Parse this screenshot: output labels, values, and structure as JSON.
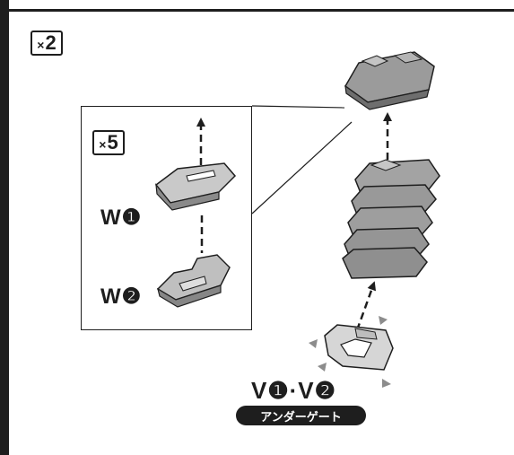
{
  "outer_qty": {
    "x": "×",
    "n": "2"
  },
  "inset_qty": {
    "x": "×",
    "n": "5"
  },
  "labels": {
    "w1": "W❶",
    "w2": "W❷",
    "v": "V❶·V❷",
    "gate": "アンダーゲート"
  }
}
